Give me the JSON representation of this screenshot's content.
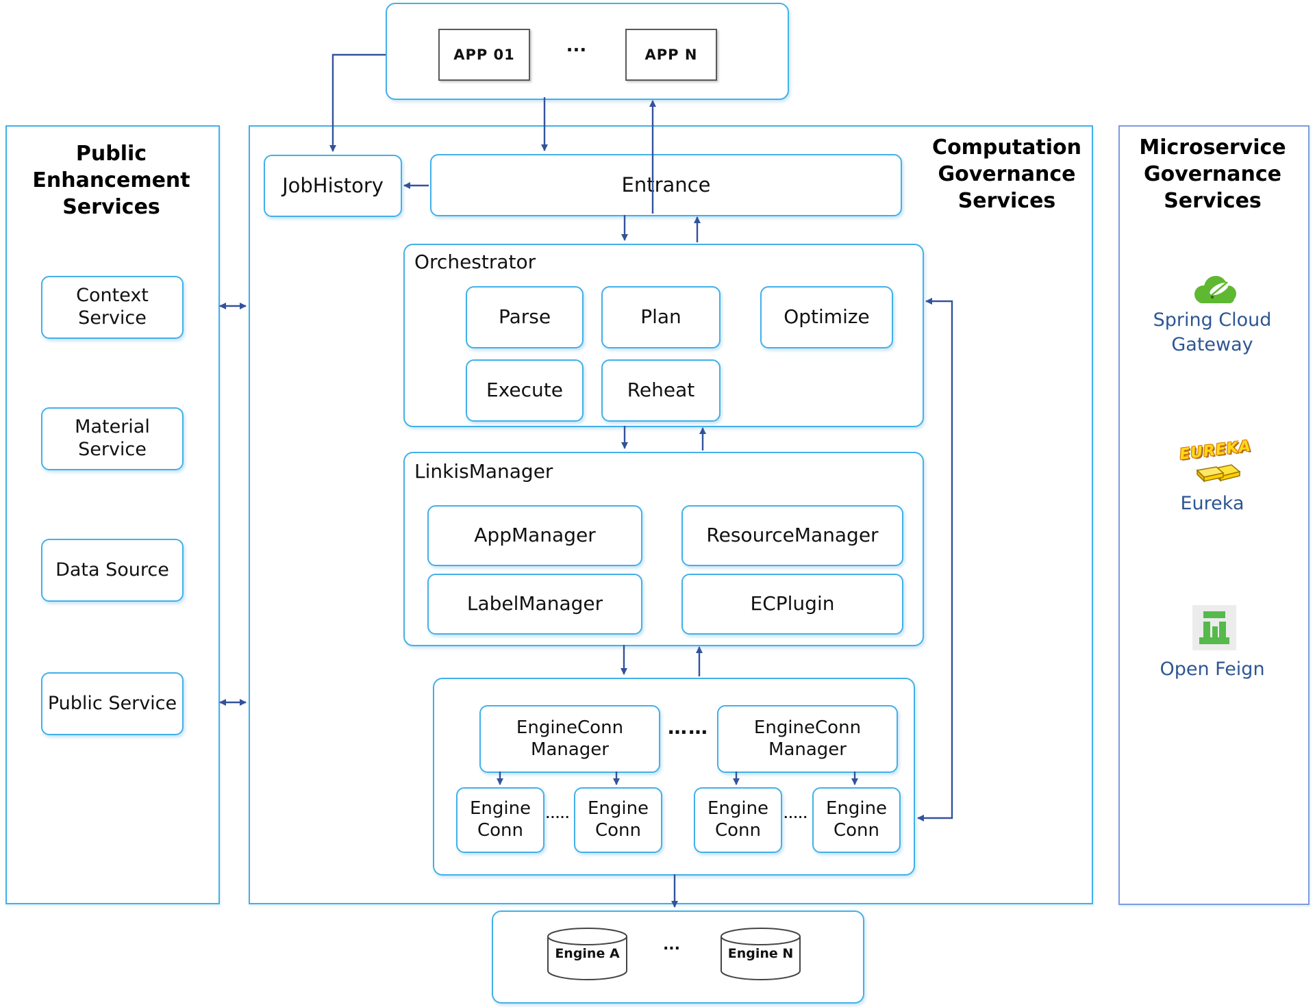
{
  "colors": {
    "panel_border": "#41b0e8",
    "right_panel_border": "#7b9be0",
    "arrow": "#32529c",
    "app_box_border": "#595959",
    "service_text": "#2d5693"
  },
  "app_tier": {
    "app_first": "APP 01",
    "dots": "...",
    "app_last": "APP N"
  },
  "left_panel": {
    "title": "Public Enhancement Services",
    "items": [
      "Context Service",
      "Material Service",
      "Data Source",
      "Public Service"
    ]
  },
  "middle_panel": {
    "title": "Computation Governance Services",
    "job_history": "JobHistory",
    "entrance": "Entrance",
    "orchestrator": {
      "label": "Orchestrator",
      "steps": [
        "Parse",
        "Plan",
        "Optimize",
        "Execute",
        "Reheat"
      ]
    },
    "linkis_manager": {
      "label": "LinkisManager",
      "modules": [
        "AppManager",
        "ResourceManager",
        "LabelManager",
        "ECPlugin"
      ]
    },
    "engine_conn": {
      "manager": "EngineConn Manager",
      "manager_dots": "……",
      "conn": "Engine Conn",
      "conn_dots": "....."
    }
  },
  "right_panel": {
    "title": "Microservice Governance Services",
    "eureka_word": "EUREKA",
    "services": [
      "Spring Cloud Gateway",
      "Eureka",
      "Open Feign"
    ]
  },
  "engine_tier": {
    "first": "Engine A",
    "dots": "...",
    "last": "Engine N"
  }
}
